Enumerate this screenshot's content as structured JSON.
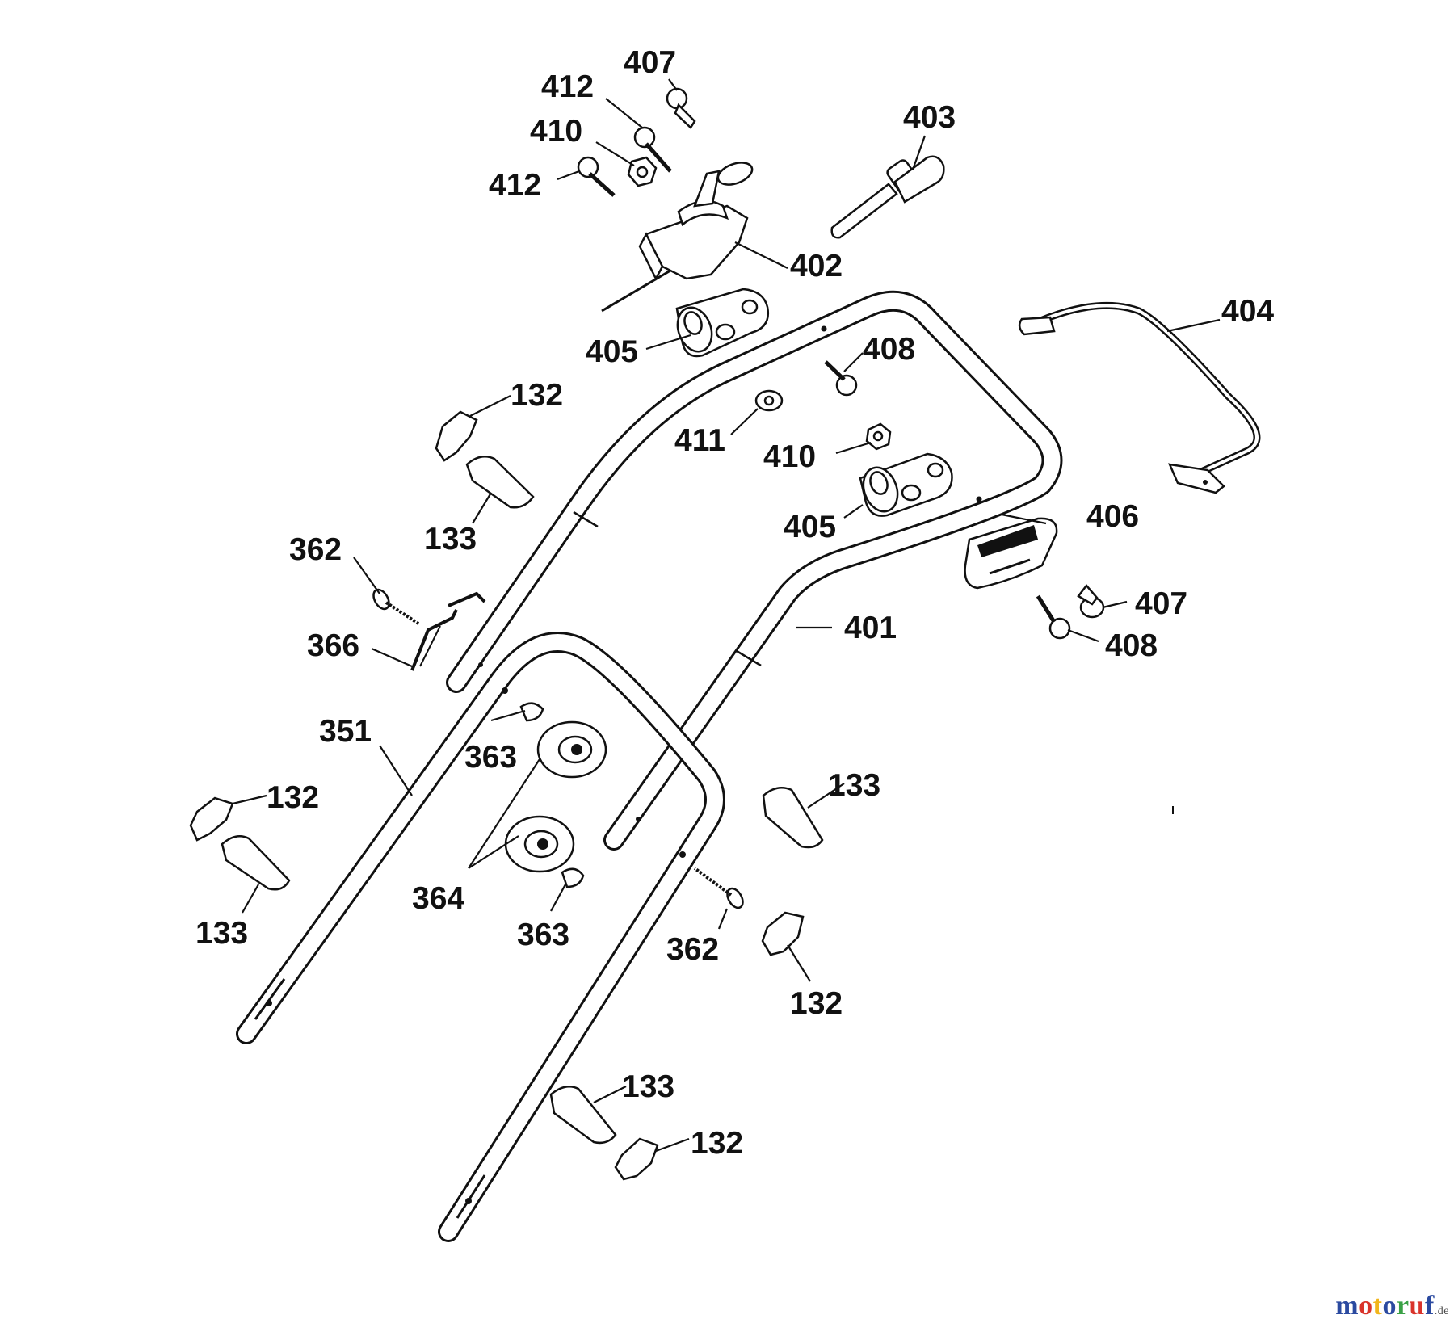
{
  "diagram": {
    "labels": [
      {
        "id": "l407a",
        "text": "407"
      },
      {
        "id": "l412a",
        "text": "412"
      },
      {
        "id": "l410a",
        "text": "410"
      },
      {
        "id": "l412b",
        "text": "412"
      },
      {
        "id": "l403",
        "text": "403"
      },
      {
        "id": "l402",
        "text": "402"
      },
      {
        "id": "l404",
        "text": "404"
      },
      {
        "id": "l405a",
        "text": "405"
      },
      {
        "id": "l408a",
        "text": "408"
      },
      {
        "id": "l132a",
        "text": "132"
      },
      {
        "id": "l411",
        "text": "411"
      },
      {
        "id": "l410b",
        "text": "410"
      },
      {
        "id": "l133a",
        "text": "133"
      },
      {
        "id": "l405b",
        "text": "405"
      },
      {
        "id": "l406",
        "text": "406"
      },
      {
        "id": "l362a",
        "text": "362"
      },
      {
        "id": "l407b",
        "text": "407"
      },
      {
        "id": "l401",
        "text": "401"
      },
      {
        "id": "l366",
        "text": "366"
      },
      {
        "id": "l408b",
        "text": "408"
      },
      {
        "id": "l351",
        "text": "351"
      },
      {
        "id": "l363a",
        "text": "363"
      },
      {
        "id": "l133b",
        "text": "133"
      },
      {
        "id": "l132b",
        "text": "132"
      },
      {
        "id": "l364",
        "text": "364"
      },
      {
        "id": "l363b",
        "text": "363"
      },
      {
        "id": "l133c",
        "text": "133"
      },
      {
        "id": "l362b",
        "text": "362"
      },
      {
        "id": "l132c",
        "text": "132"
      },
      {
        "id": "l133d",
        "text": "133"
      },
      {
        "id": "l132d",
        "text": "132"
      }
    ]
  },
  "watermark": {
    "letters": [
      {
        "char": "m",
        "color": "#2b4aa0"
      },
      {
        "char": "o",
        "color": "#d9342b"
      },
      {
        "char": "t",
        "color": "#f1b51c"
      },
      {
        "char": "o",
        "color": "#2b4aa0"
      },
      {
        "char": "r",
        "color": "#3aa146"
      },
      {
        "char": "u",
        "color": "#d9342b"
      },
      {
        "char": "f",
        "color": "#2b4aa0"
      }
    ],
    "domain": ".de"
  }
}
